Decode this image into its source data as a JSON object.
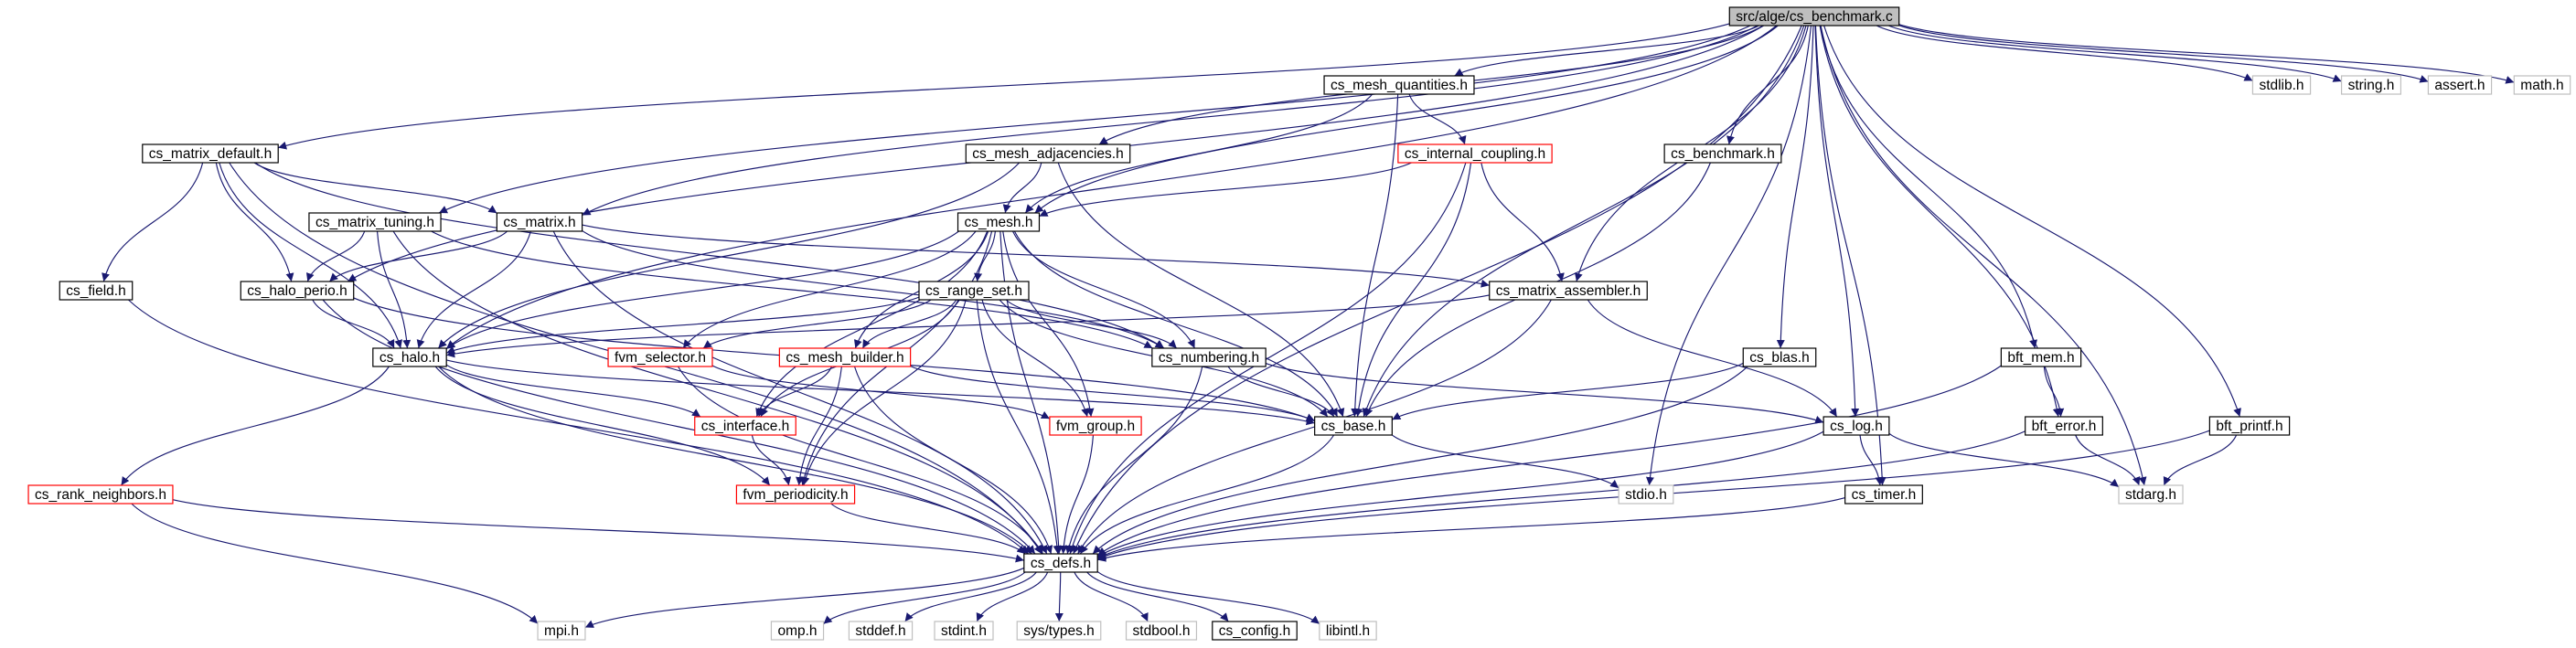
{
  "diagram": {
    "root": "src/alge/cs_benchmark.c",
    "colors": {
      "edge": "#191970",
      "border_default": "#000000",
      "border_truncated": "#ff0000",
      "border_system": "#bfbfbf",
      "fill_root": "#bfbfbf",
      "fill_default": "#ffffff",
      "text": "#000000"
    },
    "nodes": [
      {
        "id": "root",
        "label": "src/alge/cs_benchmark.c",
        "kind": "root"
      },
      {
        "id": "cs_matrix_default_h",
        "label": "cs_matrix_default.h",
        "kind": "normal"
      },
      {
        "id": "cs_mesh_adjacencies_h",
        "label": "cs_mesh_adjacencies.h",
        "kind": "normal"
      },
      {
        "id": "cs_mesh_quantities_h",
        "label": "cs_mesh_quantities.h",
        "kind": "normal"
      },
      {
        "id": "cs_internal_coupling_h",
        "label": "cs_internal_coupling.h",
        "kind": "truncated"
      },
      {
        "id": "cs_benchmark_h",
        "label": "cs_benchmark.h",
        "kind": "normal"
      },
      {
        "id": "stdlib_h",
        "label": "stdlib.h",
        "kind": "system"
      },
      {
        "id": "string_h",
        "label": "string.h",
        "kind": "system"
      },
      {
        "id": "assert_h",
        "label": "assert.h",
        "kind": "system"
      },
      {
        "id": "math_h",
        "label": "math.h",
        "kind": "system"
      },
      {
        "id": "cs_matrix_tuning_h",
        "label": "cs_matrix_tuning.h",
        "kind": "normal"
      },
      {
        "id": "cs_matrix_h",
        "label": "cs_matrix.h",
        "kind": "normal"
      },
      {
        "id": "cs_mesh_h",
        "label": "cs_mesh.h",
        "kind": "normal"
      },
      {
        "id": "cs_field_h",
        "label": "cs_field.h",
        "kind": "normal"
      },
      {
        "id": "cs_halo_perio_h",
        "label": "cs_halo_perio.h",
        "kind": "normal"
      },
      {
        "id": "cs_range_set_h",
        "label": "cs_range_set.h",
        "kind": "normal"
      },
      {
        "id": "cs_matrix_assembler_h",
        "label": "cs_matrix_assembler.h",
        "kind": "normal"
      },
      {
        "id": "cs_halo_h",
        "label": "cs_halo.h",
        "kind": "normal"
      },
      {
        "id": "fvm_selector_h",
        "label": "fvm_selector.h",
        "kind": "truncated"
      },
      {
        "id": "cs_mesh_builder_h",
        "label": "cs_mesh_builder.h",
        "kind": "truncated"
      },
      {
        "id": "cs_numbering_h",
        "label": "cs_numbering.h",
        "kind": "normal"
      },
      {
        "id": "cs_blas_h",
        "label": "cs_blas.h",
        "kind": "normal"
      },
      {
        "id": "bft_mem_h",
        "label": "bft_mem.h",
        "kind": "normal"
      },
      {
        "id": "bft_printf_h",
        "label": "bft_printf.h",
        "kind": "normal"
      },
      {
        "id": "cs_interface_h",
        "label": "cs_interface.h",
        "kind": "truncated"
      },
      {
        "id": "fvm_group_h",
        "label": "fvm_group.h",
        "kind": "truncated"
      },
      {
        "id": "cs_base_h",
        "label": "cs_base.h",
        "kind": "normal"
      },
      {
        "id": "cs_log_h",
        "label": "cs_log.h",
        "kind": "normal"
      },
      {
        "id": "bft_error_h",
        "label": "bft_error.h",
        "kind": "normal"
      },
      {
        "id": "cs_rank_neighbors_h",
        "label": "cs_rank_neighbors.h",
        "kind": "truncated"
      },
      {
        "id": "fvm_periodicity_h",
        "label": "fvm_periodicity.h",
        "kind": "truncated"
      },
      {
        "id": "cs_timer_h",
        "label": "cs_timer.h",
        "kind": "normal"
      },
      {
        "id": "stdio_h",
        "label": "stdio.h",
        "kind": "system"
      },
      {
        "id": "stdarg_h",
        "label": "stdarg.h",
        "kind": "system"
      },
      {
        "id": "cs_defs_h",
        "label": "cs_defs.h",
        "kind": "normal"
      },
      {
        "id": "mpi_h",
        "label": "mpi.h",
        "kind": "system"
      },
      {
        "id": "omp_h",
        "label": "omp.h",
        "kind": "system"
      },
      {
        "id": "stddef_h",
        "label": "stddef.h",
        "kind": "system"
      },
      {
        "id": "stdint_h",
        "label": "stdint.h",
        "kind": "system"
      },
      {
        "id": "sys_types_h",
        "label": "sys/types.h",
        "kind": "system"
      },
      {
        "id": "stdbool_h",
        "label": "stdbool.h",
        "kind": "system"
      },
      {
        "id": "cs_config_h",
        "label": "cs_config.h",
        "kind": "normal"
      },
      {
        "id": "libintl_h",
        "label": "libintl.h",
        "kind": "system"
      }
    ],
    "edges": [
      [
        "root",
        "cs_matrix_default_h"
      ],
      [
        "root",
        "cs_mesh_adjacencies_h"
      ],
      [
        "root",
        "cs_mesh_quantities_h"
      ],
      [
        "root",
        "cs_benchmark_h"
      ],
      [
        "root",
        "stdlib_h"
      ],
      [
        "root",
        "string_h"
      ],
      [
        "root",
        "assert_h"
      ],
      [
        "root",
        "math_h"
      ],
      [
        "root",
        "cs_matrix_tuning_h"
      ],
      [
        "root",
        "cs_matrix_h"
      ],
      [
        "root",
        "cs_mesh_h"
      ],
      [
        "root",
        "cs_halo_perio_h"
      ],
      [
        "root",
        "cs_halo_h"
      ],
      [
        "root",
        "cs_matrix_assembler_h"
      ],
      [
        "root",
        "cs_base_h"
      ],
      [
        "root",
        "cs_blas_h"
      ],
      [
        "root",
        "cs_log_h"
      ],
      [
        "root",
        "cs_timer_h"
      ],
      [
        "root",
        "stdio_h"
      ],
      [
        "root",
        "bft_mem_h"
      ],
      [
        "root",
        "bft_error_h"
      ],
      [
        "root",
        "bft_printf_h"
      ],
      [
        "root",
        "stdarg_h"
      ],
      [
        "root",
        "cs_defs_h"
      ],
      [
        "cs_matrix_default_h",
        "cs_field_h"
      ],
      [
        "cs_matrix_default_h",
        "cs_halo_perio_h"
      ],
      [
        "cs_matrix_default_h",
        "cs_halo_h"
      ],
      [
        "cs_matrix_default_h",
        "cs_matrix_h"
      ],
      [
        "cs_matrix_default_h",
        "cs_numbering_h"
      ],
      [
        "cs_matrix_default_h",
        "cs_defs_h"
      ],
      [
        "cs_mesh_adjacencies_h",
        "cs_mesh_h"
      ],
      [
        "cs_mesh_adjacencies_h",
        "cs_base_h"
      ],
      [
        "cs_mesh_adjacencies_h",
        "cs_halo_h"
      ],
      [
        "cs_mesh_quantities_h",
        "cs_internal_coupling_h"
      ],
      [
        "cs_mesh_quantities_h",
        "cs_mesh_h"
      ],
      [
        "cs_mesh_quantities_h",
        "cs_base_h"
      ],
      [
        "cs_internal_coupling_h",
        "cs_mesh_h"
      ],
      [
        "cs_internal_coupling_h",
        "cs_matrix_assembler_h"
      ],
      [
        "cs_internal_coupling_h",
        "cs_base_h"
      ],
      [
        "cs_internal_coupling_h",
        "cs_defs_h"
      ],
      [
        "cs_benchmark_h",
        "cs_base_h"
      ],
      [
        "cs_matrix_tuning_h",
        "cs_halo_perio_h"
      ],
      [
        "cs_matrix_tuning_h",
        "cs_halo_h"
      ],
      [
        "cs_matrix_tuning_h",
        "cs_numbering_h"
      ],
      [
        "cs_matrix_tuning_h",
        "cs_defs_h"
      ],
      [
        "cs_matrix_h",
        "cs_halo_perio_h"
      ],
      [
        "cs_matrix_h",
        "cs_halo_h"
      ],
      [
        "cs_matrix_h",
        "cs_numbering_h"
      ],
      [
        "cs_matrix_h",
        "cs_matrix_assembler_h"
      ],
      [
        "cs_matrix_h",
        "cs_defs_h"
      ],
      [
        "cs_mesh_h",
        "cs_halo_h"
      ],
      [
        "cs_mesh_h",
        "cs_range_set_h"
      ],
      [
        "cs_mesh_h",
        "fvm_selector_h"
      ],
      [
        "cs_mesh_h",
        "cs_mesh_builder_h"
      ],
      [
        "cs_mesh_h",
        "cs_numbering_h"
      ],
      [
        "cs_mesh_h",
        "cs_interface_h"
      ],
      [
        "cs_mesh_h",
        "fvm_group_h"
      ],
      [
        "cs_mesh_h",
        "fvm_periodicity_h"
      ],
      [
        "cs_mesh_h",
        "cs_base_h"
      ],
      [
        "cs_mesh_h",
        "cs_defs_h"
      ],
      [
        "cs_field_h",
        "cs_defs_h"
      ],
      [
        "cs_halo_perio_h",
        "cs_halo_h"
      ],
      [
        "cs_halo_perio_h",
        "cs_base_h"
      ],
      [
        "cs_halo_perio_h",
        "cs_defs_h"
      ],
      [
        "cs_range_set_h",
        "cs_halo_h"
      ],
      [
        "cs_range_set_h",
        "fvm_selector_h"
      ],
      [
        "cs_range_set_h",
        "cs_mesh_builder_h"
      ],
      [
        "cs_range_set_h",
        "cs_numbering_h"
      ],
      [
        "cs_range_set_h",
        "cs_interface_h"
      ],
      [
        "cs_range_set_h",
        "fvm_group_h"
      ],
      [
        "cs_range_set_h",
        "fvm_periodicity_h"
      ],
      [
        "cs_range_set_h",
        "cs_base_h"
      ],
      [
        "cs_range_set_h",
        "cs_defs_h"
      ],
      [
        "cs_matrix_assembler_h",
        "cs_halo_h"
      ],
      [
        "cs_matrix_assembler_h",
        "cs_log_h"
      ],
      [
        "cs_matrix_assembler_h",
        "cs_defs_h"
      ],
      [
        "cs_halo_h",
        "cs_rank_neighbors_h"
      ],
      [
        "cs_halo_h",
        "cs_interface_h"
      ],
      [
        "cs_halo_h",
        "fvm_periodicity_h"
      ],
      [
        "cs_halo_h",
        "cs_base_h"
      ],
      [
        "cs_halo_h",
        "cs_defs_h"
      ],
      [
        "fvm_selector_h",
        "fvm_group_h"
      ],
      [
        "fvm_selector_h",
        "cs_defs_h"
      ],
      [
        "cs_mesh_builder_h",
        "cs_interface_h"
      ],
      [
        "cs_mesh_builder_h",
        "fvm_periodicity_h"
      ],
      [
        "cs_mesh_builder_h",
        "cs_base_h"
      ],
      [
        "cs_mesh_builder_h",
        "cs_defs_h"
      ],
      [
        "cs_numbering_h",
        "cs_base_h"
      ],
      [
        "cs_numbering_h",
        "cs_log_h"
      ],
      [
        "cs_numbering_h",
        "cs_defs_h"
      ],
      [
        "cs_blas_h",
        "cs_base_h"
      ],
      [
        "cs_blas_h",
        "cs_defs_h"
      ],
      [
        "bft_mem_h",
        "bft_error_h"
      ],
      [
        "bft_mem_h",
        "cs_defs_h"
      ],
      [
        "bft_printf_h",
        "stdarg_h"
      ],
      [
        "bft_printf_h",
        "cs_defs_h"
      ],
      [
        "cs_interface_h",
        "fvm_periodicity_h"
      ],
      [
        "fvm_group_h",
        "cs_defs_h"
      ],
      [
        "cs_base_h",
        "stdio_h"
      ],
      [
        "cs_base_h",
        "cs_defs_h"
      ],
      [
        "cs_log_h",
        "cs_timer_h"
      ],
      [
        "cs_log_h",
        "stdarg_h"
      ],
      [
        "cs_log_h",
        "cs_defs_h"
      ],
      [
        "bft_error_h",
        "stdarg_h"
      ],
      [
        "bft_error_h",
        "cs_defs_h"
      ],
      [
        "cs_rank_neighbors_h",
        "cs_defs_h"
      ],
      [
        "cs_rank_neighbors_h",
        "mpi_h"
      ],
      [
        "fvm_periodicity_h",
        "cs_defs_h"
      ],
      [
        "cs_timer_h",
        "cs_defs_h"
      ],
      [
        "cs_defs_h",
        "mpi_h"
      ],
      [
        "cs_defs_h",
        "omp_h"
      ],
      [
        "cs_defs_h",
        "stddef_h"
      ],
      [
        "cs_defs_h",
        "stdint_h"
      ],
      [
        "cs_defs_h",
        "sys_types_h"
      ],
      [
        "cs_defs_h",
        "stdbool_h"
      ],
      [
        "cs_defs_h",
        "cs_config_h"
      ],
      [
        "cs_defs_h",
        "libintl_h"
      ]
    ]
  }
}
